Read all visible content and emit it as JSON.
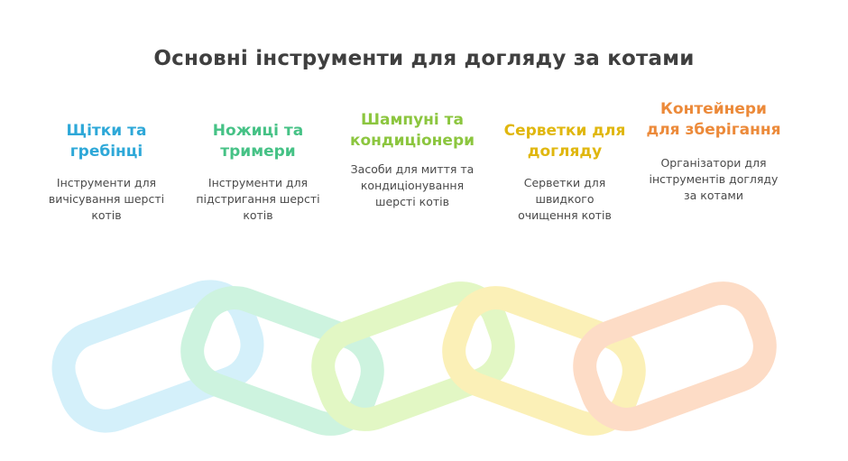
{
  "title": "Основні інструменти для догляду за котами",
  "colors": {
    "title": "#3f3f3f",
    "description": "#4a4a4a",
    "blue": "#2ea8d8",
    "green": "#46c286",
    "lime": "#8cc63f",
    "yellow": "#e0b70f",
    "orange": "#ec8a3a",
    "link_blue": "#d4f0fa",
    "link_green": "#cdf3df",
    "link_lime": "#e2f7c4",
    "link_yellow": "#fbf0b7",
    "link_orange": "#fddcc6"
  },
  "items": [
    {
      "heading": "Щітки та гребінці",
      "description": "Інструменти для вичісування шерсті котів",
      "color": "#2ea8d8",
      "link_color": "#d4f0fa"
    },
    {
      "heading": "Ножиці та тримери",
      "description": "Інструменти для підстригання шерсті котів",
      "color": "#46c286",
      "link_color": "#cdf3df"
    },
    {
      "heading": "Шампуні та кондиціонери",
      "description": "Засоби для миття та кондиціонування шерсті котів",
      "color": "#8cc63f",
      "link_color": "#e2f7c4"
    },
    {
      "heading": "Серветки для догляду",
      "description": "Серветки для швидкого очищення котів",
      "color": "#e0b70f",
      "link_color": "#fbf0b7"
    },
    {
      "heading": "Контейнери для зберігання",
      "description": "Організатори для інструментів догляду за котами",
      "color": "#ec8a3a",
      "link_color": "#fddcc6"
    }
  ]
}
